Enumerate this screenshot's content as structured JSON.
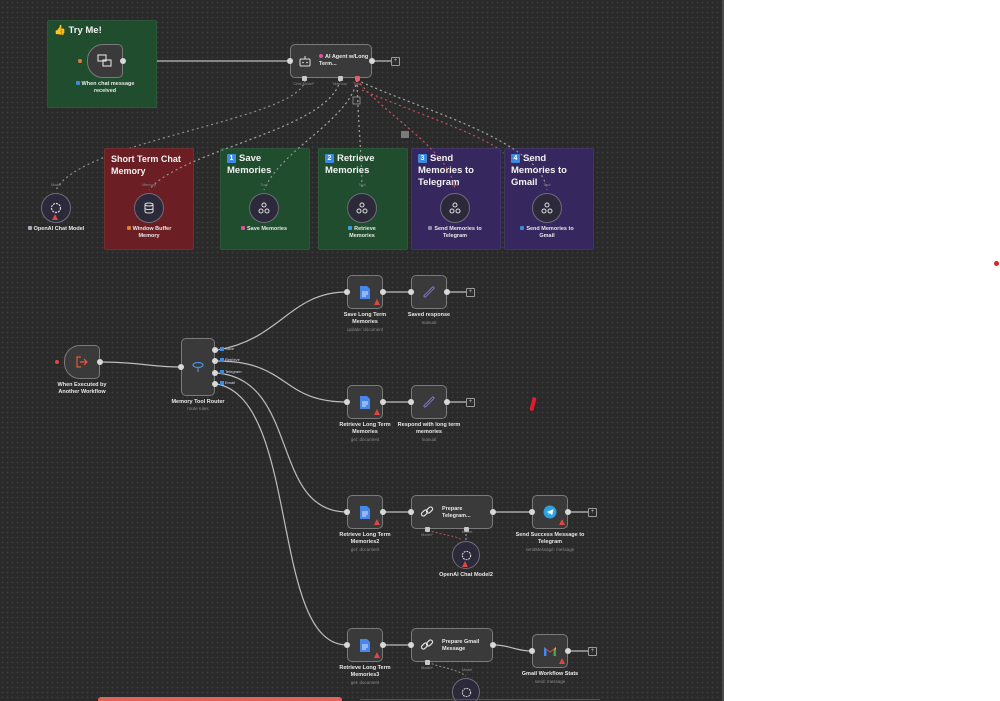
{
  "canvas": {
    "background": "#2a2a2a",
    "accent_colors": {
      "sticky_green": "#1f4d2e",
      "sticky_red": "#6b1f24",
      "sticky_purple": "#36285e",
      "warning": "#e04646",
      "badge_blue": "#3d8ae0"
    }
  },
  "stickies": [
    {
      "id": "try-me",
      "title": "👍 Try Me!"
    },
    {
      "id": "short-term",
      "title": "Short Term Chat Memory"
    },
    {
      "id": "save-memories",
      "badge": "1",
      "title": "Save Memories"
    },
    {
      "id": "retrieve-memories",
      "badge": "2",
      "title": "Retrieve Memories"
    },
    {
      "id": "send-telegram",
      "badge": "3",
      "title": "Send Memories to Telegram"
    },
    {
      "id": "send-gmail",
      "badge": "4",
      "title": "Send Memories to Gmail"
    }
  ],
  "nodes": {
    "chat_trigger": {
      "label": "When chat message received",
      "icon": "chat-icon"
    },
    "ai_agent": {
      "label": "AI Agent w/Long Term...",
      "icon": "robot-icon",
      "ports": [
        "Chat Model*",
        "Memory",
        "Tool"
      ]
    },
    "openai_chat": {
      "label": "OpenAI Chat Model",
      "top_port": "Model",
      "icon": "openai-icon"
    },
    "window_buffer": {
      "label": "Window Buffer Memory",
      "top_port": "Memory",
      "icon": "database-icon"
    },
    "save_tool": {
      "label": "Save Memories",
      "top_port": "Tool",
      "icon": "workflow-icon"
    },
    "retrieve_tool": {
      "label": "Retrieve Memories",
      "top_port": "Tool",
      "icon": "workflow-icon"
    },
    "telegram_tool": {
      "label": "Send Memories to Telegram",
      "top_port": "Tool",
      "icon": "workflow-icon"
    },
    "gmail_tool": {
      "label": "Send Memories to Gmail",
      "top_port": "Tool",
      "icon": "workflow-icon"
    },
    "exec_trigger": {
      "label": "When Executed by Another Workflow",
      "icon": "exit-icon"
    },
    "router": {
      "label": "Memory Tool Router",
      "sub": "route rules",
      "icon": "switch-icon",
      "outputs": [
        "Save",
        "Retrieve",
        "Telegram",
        "Email"
      ]
    },
    "save_lt": {
      "label": "Save Long Term Memories",
      "sub": "update: document",
      "icon": "google-docs-icon"
    },
    "saved_response": {
      "label": "Saved response",
      "sub": "manual",
      "icon": "pen-icon"
    },
    "retrieve_lt": {
      "label": "Retrieve Long Term Memories",
      "sub": "get: document",
      "icon": "google-docs-icon"
    },
    "respond_lt": {
      "label": "Respond with long term memories",
      "sub": "manual",
      "icon": "pen-icon"
    },
    "retrieve_lt2": {
      "label": "Retrieve Long Term Memories2",
      "sub": "get: document",
      "icon": "google-docs-icon"
    },
    "prepare_telegram": {
      "label": "Prepare Telegram...",
      "icon": "link-icon",
      "ports": [
        "Model*",
        "Model"
      ]
    },
    "send_telegram": {
      "label": "Send Success Message to Telegram",
      "sub": "sendMessage: message",
      "icon": "telegram-icon"
    },
    "openai_chat2": {
      "label": "OpenAI Chat Model2",
      "icon": "openai-icon"
    },
    "retrieve_lt3": {
      "label": "Retrieve Long Term Memories3",
      "sub": "get: document",
      "icon": "google-docs-icon"
    },
    "prepare_gmail": {
      "label": "Prepare Gmail Message",
      "icon": "link-icon",
      "ports": [
        "Model*",
        "Model"
      ]
    },
    "gmail_stats": {
      "label": "Gmail Workflow Stats",
      "sub": "send: message",
      "icon": "gmail-icon"
    }
  },
  "plus_symbol": "+"
}
